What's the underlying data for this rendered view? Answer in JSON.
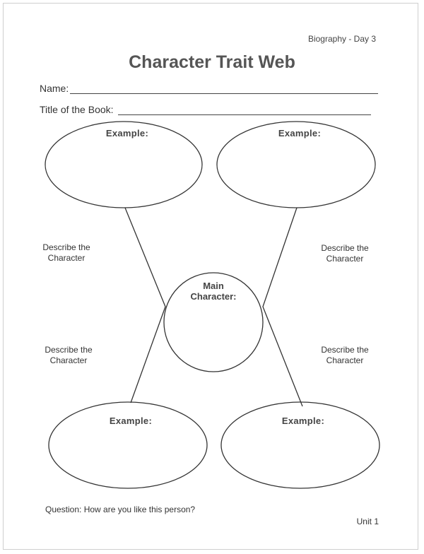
{
  "header": {
    "tag": "Biography - Day 3",
    "title": "Character Trait Web"
  },
  "fields": {
    "name_label": "Name:",
    "book_label": "Title of the Book:"
  },
  "web": {
    "example_label": "Example:",
    "main_character_line1": "Main",
    "main_character_line2": "Character:",
    "describe_line1": "Describe the",
    "describe_line2": "Character"
  },
  "footer": {
    "question": "Question:  How are you like this person?",
    "unit": "Unit 1"
  }
}
